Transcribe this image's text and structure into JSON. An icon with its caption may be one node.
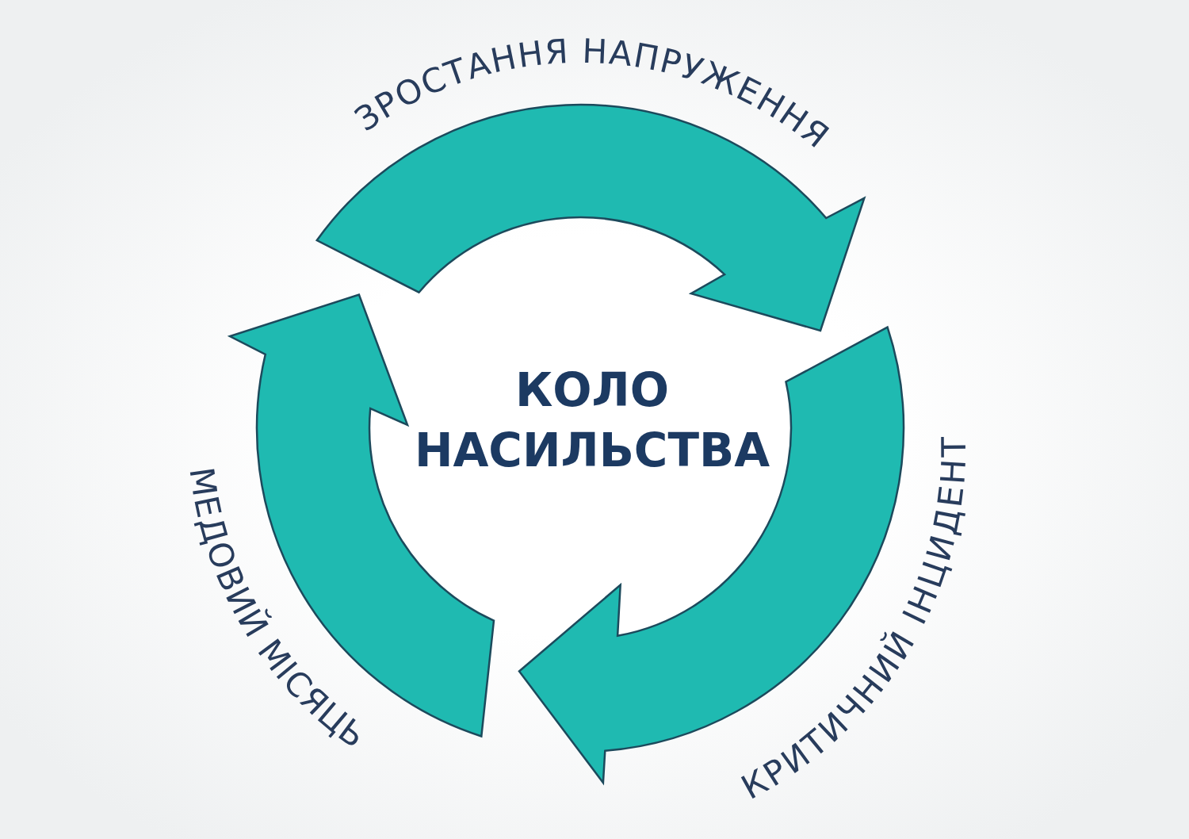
{
  "diagram": {
    "title": "КОЛО НАСИЛЬСТВА",
    "nodes": [
      {
        "text": [
          "ЗРОСТАННЯ НАПРУЖЕННЯ"
        ]
      },
      {
        "text": [
          "КРИТИЧНИЙ ІНЦИДЕНТ"
        ]
      },
      {
        "text": [
          "МЕДОВИЙ МІСЯЦЬ"
        ]
      }
    ],
    "edges": [
      {
        "from": 0,
        "to": 1,
        "arrow": "to"
      },
      {
        "from": 1,
        "to": 2,
        "arrow": "to"
      },
      {
        "from": 2,
        "to": 0,
        "arrow": "to"
      }
    ]
  }
}
